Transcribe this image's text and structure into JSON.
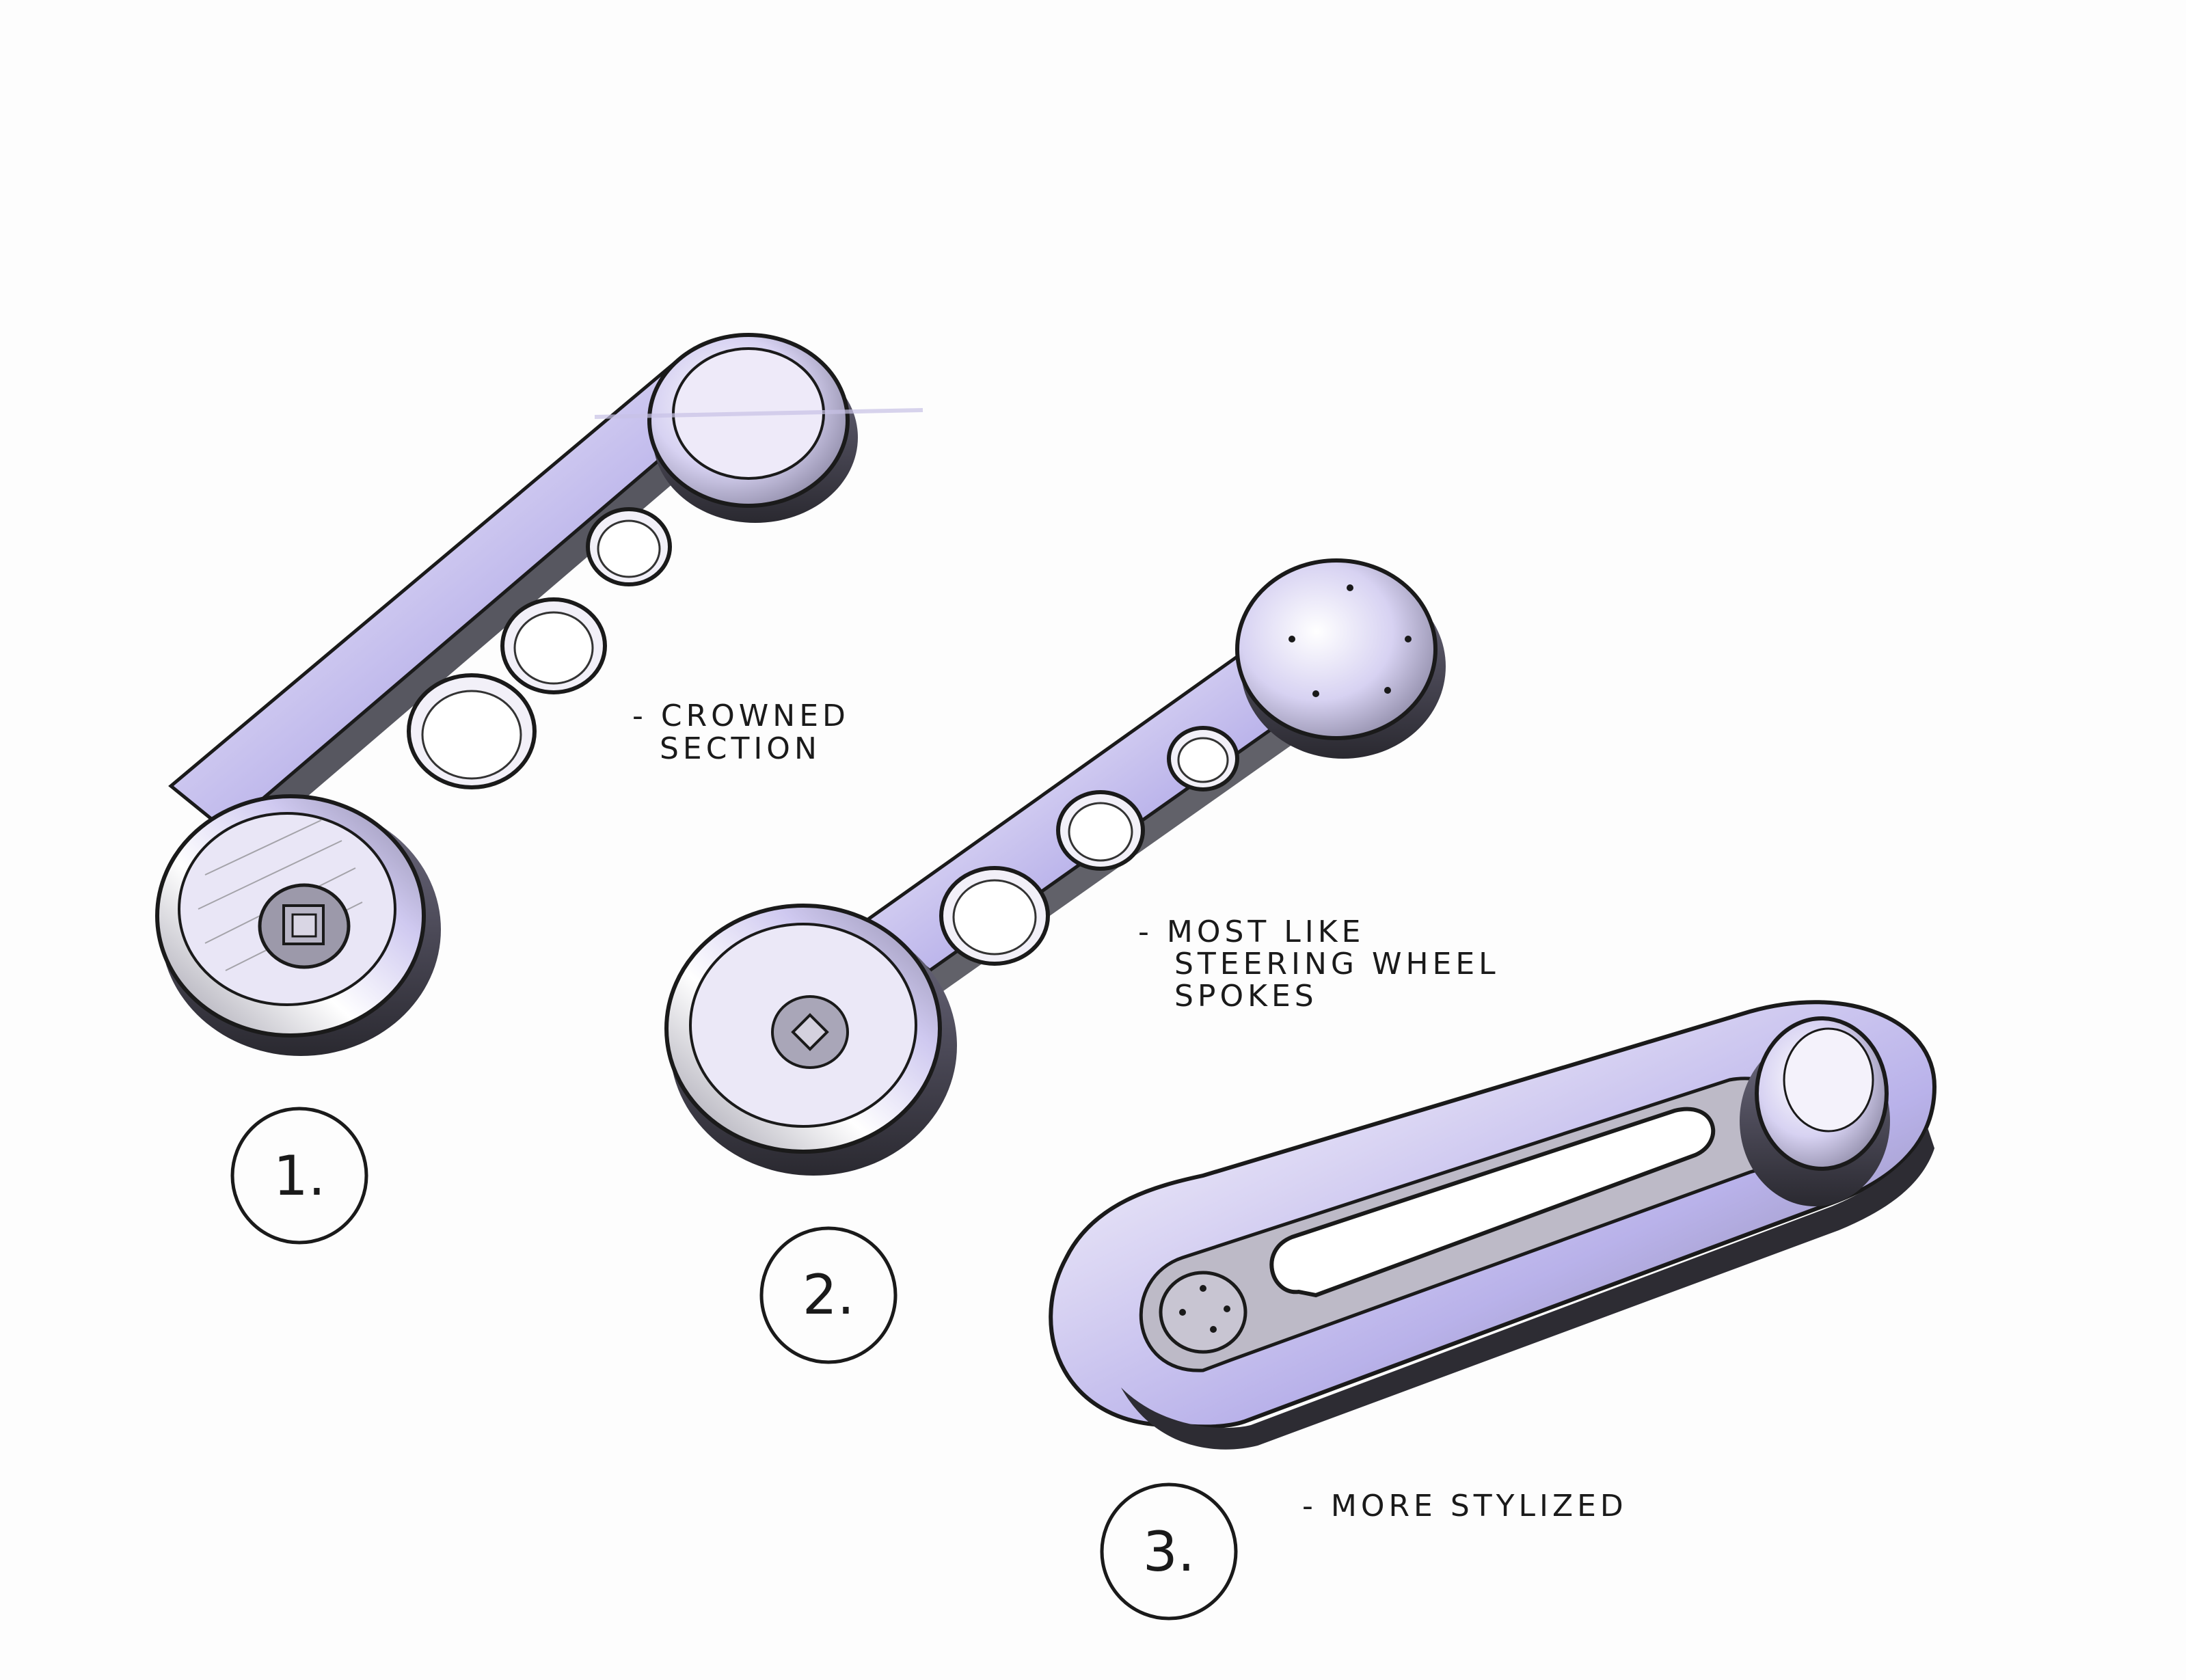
{
  "sketches": [
    {
      "number": "1.",
      "note_lines": [
        "- CROWNED",
        "SECTION"
      ]
    },
    {
      "number": "2.",
      "note_lines": [
        "- MOST LIKE",
        "STEERING WHEEL",
        "SPOKES"
      ]
    },
    {
      "number": "3.",
      "note_lines": [
        "- MORE STYLIZED"
      ]
    }
  ],
  "colors": {
    "paper": "#fdfdfd",
    "ink": "#1a1a1a",
    "marker_lavender": "#b9b2ea",
    "marker_grey": "#a9a9b4"
  }
}
